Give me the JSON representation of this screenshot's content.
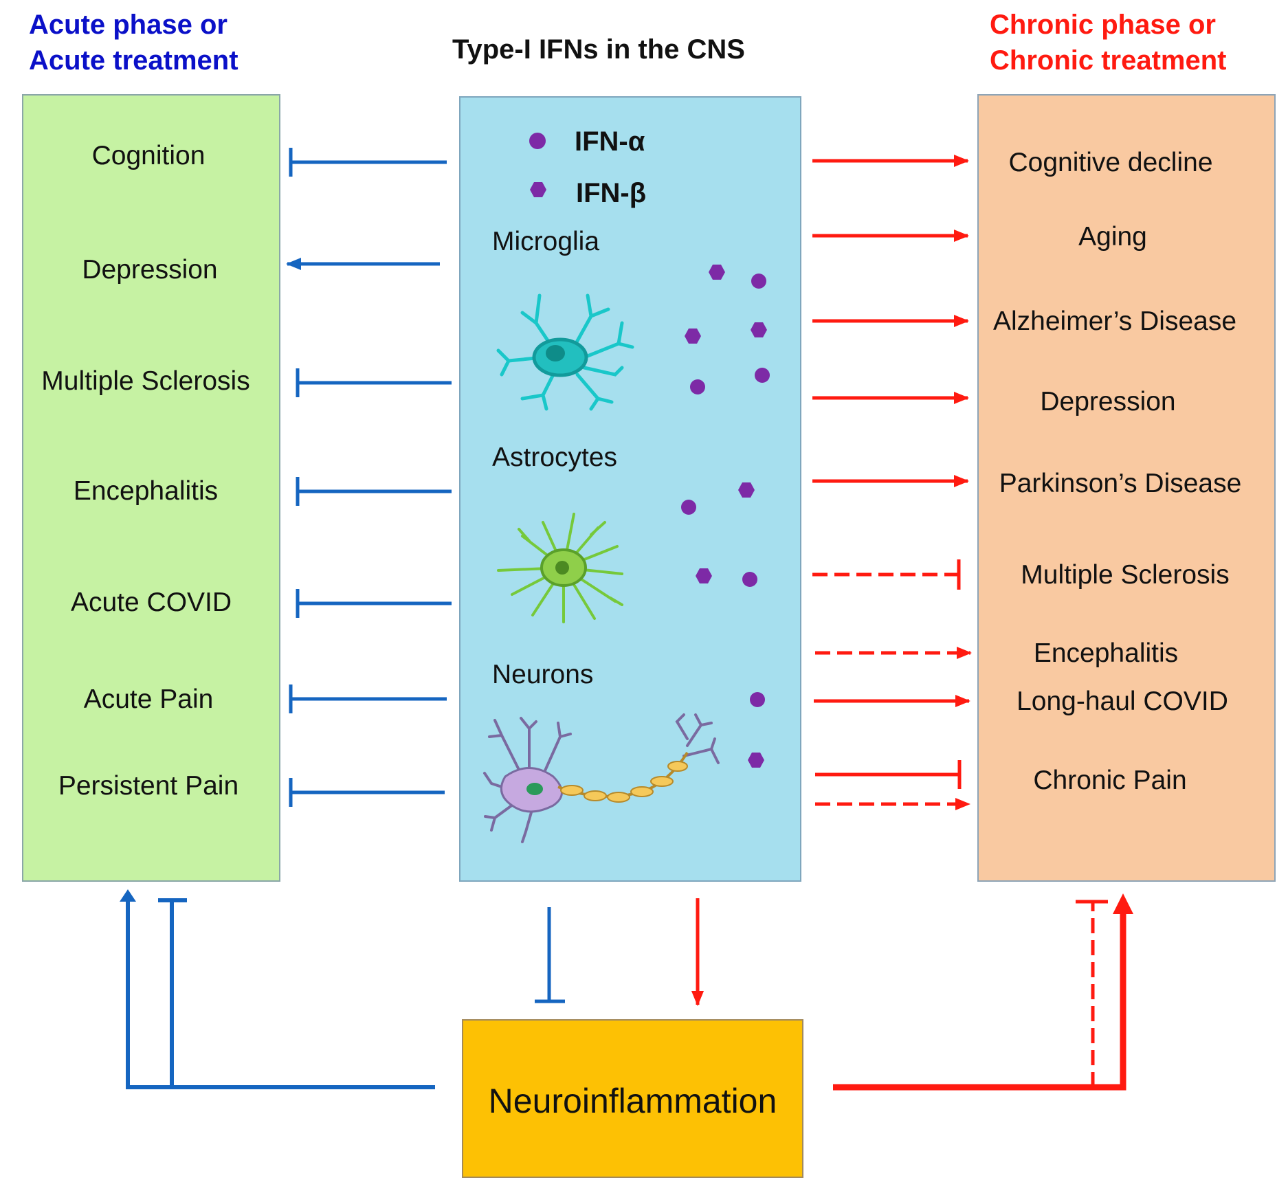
{
  "header": {
    "acute_line1": "Acute phase or",
    "acute_line2": "Acute treatment",
    "center_title": "Type-I IFNs  in the CNS",
    "chronic_line1": "Chronic phase or",
    "chronic_line2": "Chronic treatment"
  },
  "left_box": {
    "items": [
      "Cognition",
      "Depression",
      "Multiple  Sclerosis",
      "Encephalitis",
      "Acute COVID",
      "Acute Pain",
      "Persistent Pain"
    ]
  },
  "center_box": {
    "legend": [
      {
        "symbol": "circle",
        "label": "IFN-α"
      },
      {
        "symbol": "hexagon",
        "label": "IFN-β"
      }
    ],
    "cell_types": [
      "Microglia",
      "Astrocytes",
      "Neurons"
    ]
  },
  "right_box": {
    "items": [
      "Cognitive decline",
      "Aging",
      "Alzheimer’s Disease",
      "Depression",
      "Parkinson’s Disease",
      "Multiple Sclerosis",
      "Encephalitis",
      "Long-haul  COVID",
      "Chronic Pain"
    ]
  },
  "bottom_box": {
    "label": "Neuroinflammation"
  },
  "colors": {
    "acute_blue": "#1565c0",
    "acute_title": "#0a10c8",
    "chronic_red": "#ff1a10",
    "left_fill": "#c6f2a3",
    "center_fill": "#a6dfee",
    "right_fill": "#f9c9a1",
    "neuro_fill": "#fdc104",
    "ifn_marker": "#7d2aa6"
  }
}
